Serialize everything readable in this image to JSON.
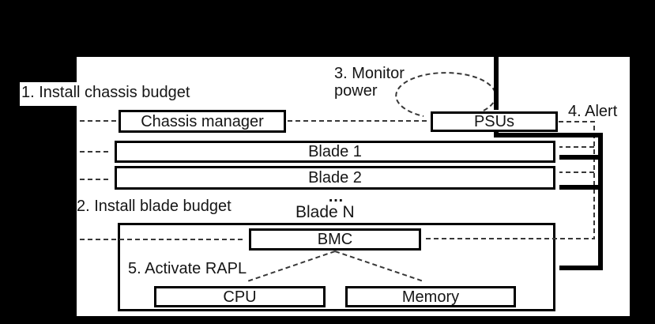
{
  "figure": {
    "colors": {
      "background": "#000000",
      "surface": "#ffffff",
      "solid_line": "#000000",
      "dashed_line": "#383838",
      "text": "#151515"
    },
    "steps": [
      {
        "label": "1. Install chassis budget"
      },
      {
        "label": "2. Install blade budget"
      },
      {
        "label": "3. Monitor power"
      },
      {
        "label": "4. Alert"
      },
      {
        "label": "5. Activate RAPL"
      }
    ],
    "nodes": [
      {
        "label": "Chassis manager"
      },
      {
        "label": "PSUs"
      },
      {
        "label": "Blade 1"
      },
      {
        "label": "Blade 2"
      },
      {
        "label": "Blade N"
      },
      {
        "label": "BMC"
      },
      {
        "label": "CPU"
      },
      {
        "label": "Memory"
      }
    ],
    "ellipsis_label": "…"
  }
}
